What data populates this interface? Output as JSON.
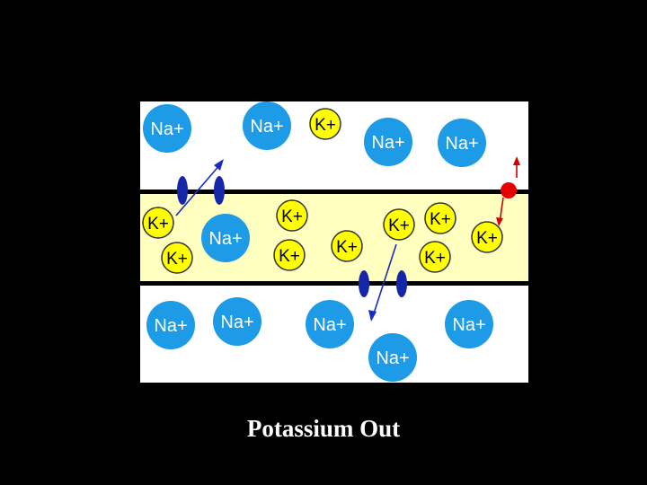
{
  "caption": "Potassium Out",
  "labels": {
    "sodium": "Na+",
    "potassium": "K+"
  },
  "colors": {
    "background": "#000000",
    "outside": "#ffffff",
    "membrane_interior": "#ffffc0",
    "membrane_border": "#000000",
    "sodium_ion": "#1e9be6",
    "potassium_ion": "#ffff00",
    "channel": "#1526a8",
    "pump": "#e60000"
  }
}
